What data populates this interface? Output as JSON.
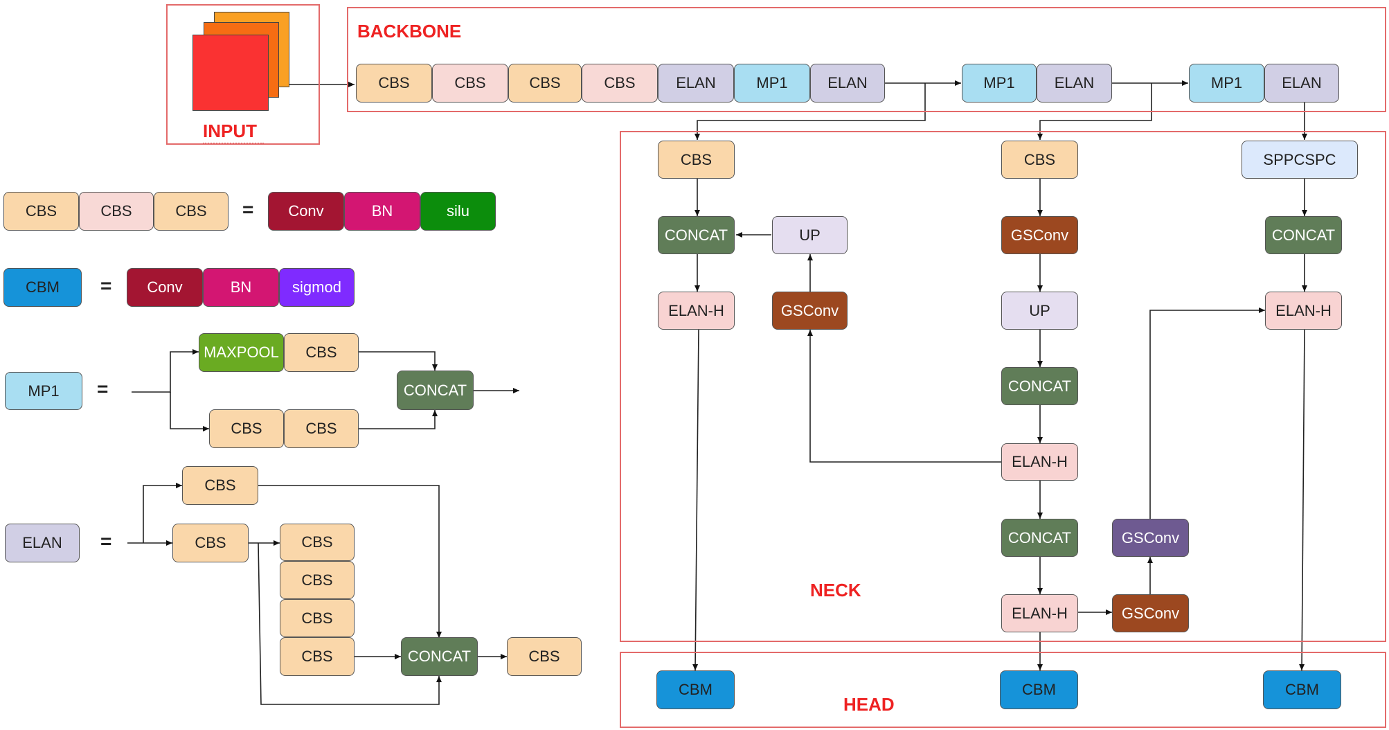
{
  "sections": {
    "input": "INPUT",
    "backbone": "BACKBONE",
    "neck": "NECK",
    "head": "HEAD"
  },
  "backbone": {
    "blocks": [
      "CBS",
      "CBS",
      "CBS",
      "CBS",
      "ELAN",
      "MP1",
      "ELAN",
      "MP1",
      "ELAN",
      "MP1",
      "ELAN"
    ]
  },
  "neck": {
    "left": {
      "cbs": "CBS",
      "concat": "CONCAT",
      "up": "UP",
      "elan_h": "ELAN-H",
      "gsconv": "GSConv"
    },
    "middle": {
      "cbs": "CBS",
      "gsconv": "GSConv",
      "up": "UP",
      "concat1": "CONCAT",
      "elan_h1": "ELAN-H",
      "concat2": "CONCAT",
      "elan_h2": "ELAN-H",
      "gsconv_purple": "GSConv",
      "gsconv_bottom": "GSConv"
    },
    "right": {
      "sppcspc": "SPPCSPC",
      "concat": "CONCAT",
      "elan_h": "ELAN-H"
    }
  },
  "head": {
    "blocks": [
      "CBM",
      "CBM",
      "CBM"
    ]
  },
  "legend": {
    "equals": "=",
    "cbs": {
      "left": [
        "CBS",
        "CBS",
        "CBS"
      ],
      "right": [
        "Conv",
        "BN",
        "silu"
      ]
    },
    "cbm": {
      "left": "CBM",
      "right": [
        "Conv",
        "BN",
        "sigmod"
      ]
    },
    "mp1": {
      "left": "MP1",
      "maxpool": "MAXPOOL",
      "cbs_top": "CBS",
      "cbs_bottom": [
        "CBS",
        "CBS"
      ],
      "concat": "CONCAT"
    },
    "elan": {
      "left": "ELAN",
      "cbs_top": "CBS",
      "cbs_mid": "CBS",
      "cbs_stack": [
        "CBS",
        "CBS",
        "CBS",
        "CBS"
      ],
      "concat": "CONCAT",
      "cbs_out": "CBS"
    }
  },
  "colors": {
    "frame": "#e36a6a",
    "section_label": "#ee2222",
    "cbs": "#fad7aa",
    "cbs_alt": "#f8d9d6",
    "elan": "#d1cfe5",
    "mp1": "#a9def2",
    "concat": "#607d58",
    "gsconv": "#9c4820",
    "gsconv_alt": "#6e5a91",
    "elan_h": "#f8d3d2",
    "sppcspc": "#dce9fc",
    "cbm": "#1693d9",
    "conv": "#a31532",
    "bn": "#d31672",
    "silu": "#0c8d0c",
    "sigmod": "#7f2bff",
    "maxpool": "#6aab22"
  }
}
